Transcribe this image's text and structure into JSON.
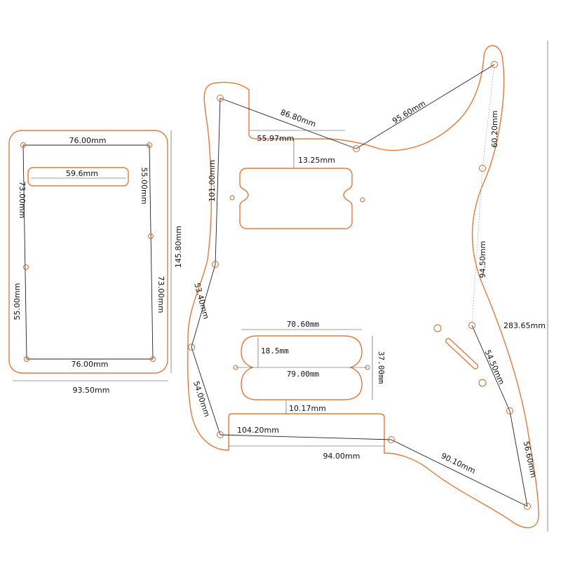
{
  "colors": {
    "outline": "#e07a3c",
    "hole": "#c46a2c",
    "line": "#222222"
  },
  "backplate": {
    "top_width": "76.00mm",
    "bottom_width": "76.00mm",
    "slot_width": "59.6mm",
    "left_upper": "73.00mm",
    "left_lower": "55.00mm",
    "right_upper": "55.00mm",
    "right_lower": "73.00mm",
    "overall_height": "145.80mm",
    "overall_width": "93.50mm"
  },
  "pickguard": {
    "top_span": "86.80mm",
    "cutout_width": "55.97mm",
    "horn_to_mid": "95.60mm",
    "bridge_gap": "13.25mm",
    "left_upper": "101.00mm",
    "left_mid": "53.40mm",
    "left_lower": "54.00mm",
    "right_upper": "60.20mm",
    "right_mid": "94.50mm",
    "right_low": "54.50mm",
    "overall_height": "283.65mm",
    "neck_pickup_width": "70.60mm",
    "neck_pickup_height": "18.5mm",
    "neck_pickup_span": "79.00mm",
    "neck_pickup_total": "37.00mm",
    "neck_gap": "10.17mm",
    "bottom_upper": "104.20mm",
    "bottom_lower": "94.00mm",
    "bottom_right": "90.10mm",
    "tail_right": "56.60mm"
  }
}
